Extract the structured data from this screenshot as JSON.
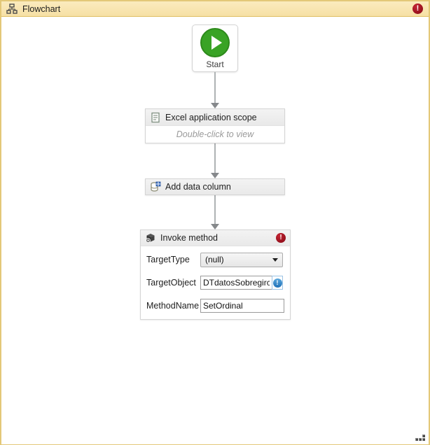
{
  "titlebar": {
    "title": "Flowchart",
    "error_glyph": "!"
  },
  "start_node": {
    "label": "Start"
  },
  "excel_scope_node": {
    "title": "Excel application scope",
    "body_hint": "Double-click to view"
  },
  "add_data_column_node": {
    "title": "Add data column"
  },
  "invoke_method_node": {
    "title": "Invoke method",
    "error_glyph": "!",
    "fields": [
      {
        "label": "TargetType",
        "value": "(null)"
      },
      {
        "label": "TargetObject",
        "value": "DTdatosSobregirc",
        "info_glyph": "!"
      },
      {
        "label": "MethodName",
        "value": "SetOrdinal"
      }
    ]
  },
  "colors": {
    "titlebar_bg_top": "#FBEBBE",
    "titlebar_bg_bottom": "#F6E0A5",
    "titlebar_border": "#DFBE62",
    "frame_border": "#E3C878",
    "error_red": "#96101D",
    "info_blue": "#1F71B8",
    "info_border": "#9CC3E5",
    "start_green": "#39A325",
    "arrow_gray": "#AFB2B4",
    "node_border": "#D5D5D5",
    "node_header_top": "#F3F3F3",
    "node_header_bottom": "#E9E9E9"
  }
}
